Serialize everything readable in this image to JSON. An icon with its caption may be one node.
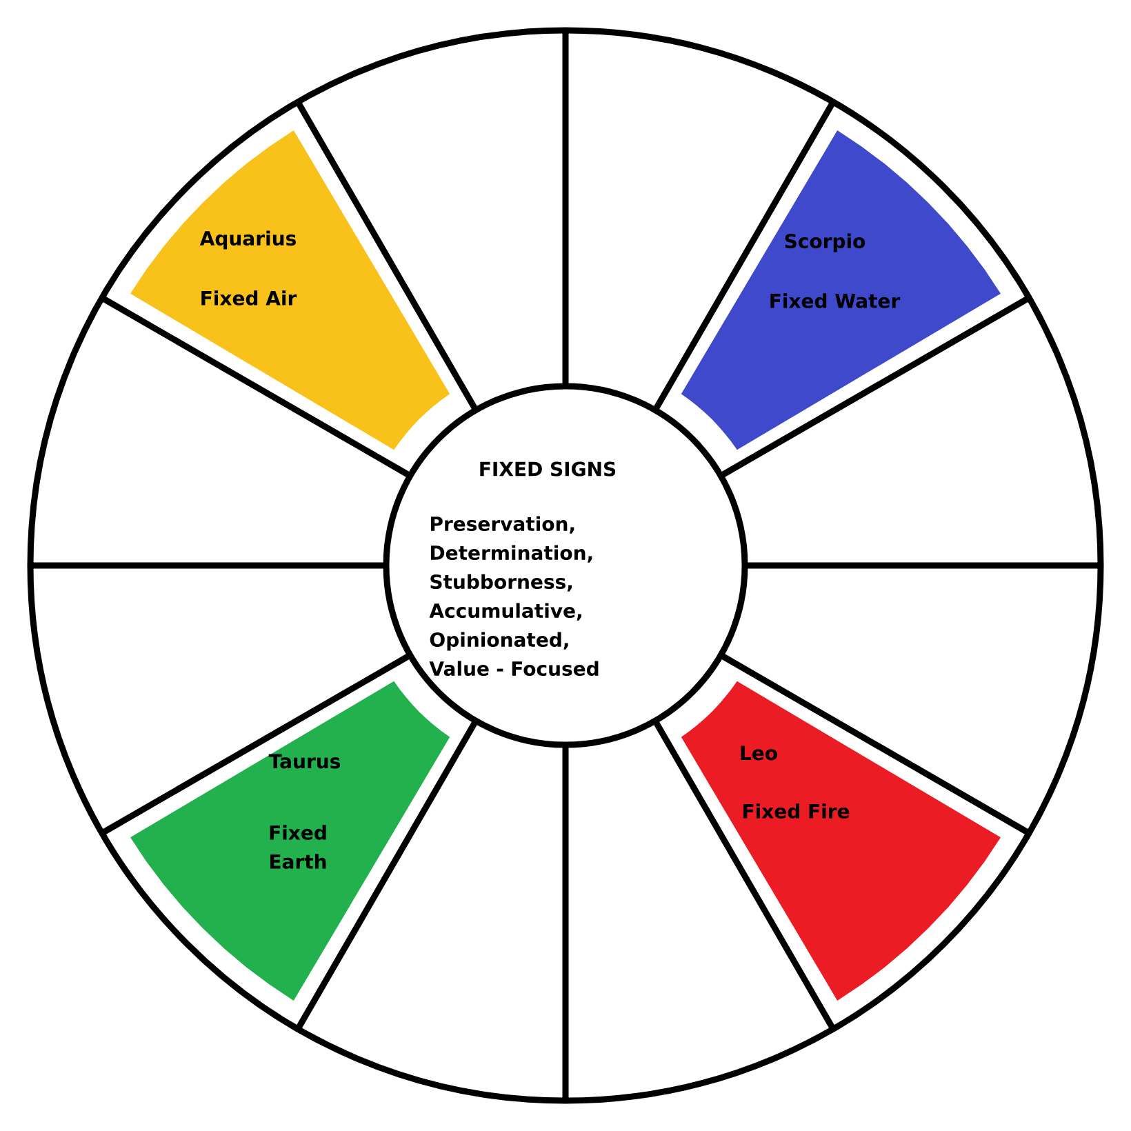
{
  "diagram": {
    "nodes": [
      {
        "text": [
          "FIXED SIGNS",
          "Preservation, Determination, Stubborness, Accumulative, Opinionated, Value - Focused"
        ]
      },
      {
        "text": [
          "Aquarius",
          "Fixed Air"
        ]
      },
      {
        "text": [
          "Scorpio",
          "Fixed Water"
        ]
      },
      {
        "text": [
          "Taurus",
          "Fixed Earth"
        ]
      },
      {
        "text": [
          "Leo",
          "Fixed Fire"
        ]
      }
    ]
  }
}
